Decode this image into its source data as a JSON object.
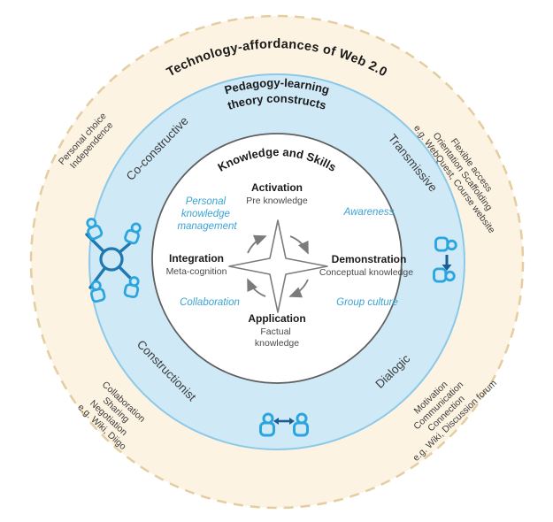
{
  "diagram": {
    "outer_ring": {
      "title": "Technology-affordances of Web 2.0",
      "affordances": {
        "top_left": [
          "Personal choice",
          "Independence"
        ],
        "top_right": [
          "Flexible access",
          "Orientation Scaffolding",
          "e.g. WebQuest, Course website"
        ],
        "bottom_left": [
          "Collaboration",
          "Sharing",
          "Negotiation",
          "e.g. Wiki, Diigo"
        ],
        "bottom_right": [
          "Motivation",
          "Communication",
          "Connection",
          "e.g. Wiki, Discussion forum"
        ]
      }
    },
    "middle_ring": {
      "title_line1": "Pedagogy-learning",
      "title_line2": "theory constructs",
      "constructs": {
        "top_left": "Co-constructive",
        "top_right": "Transmissive",
        "bottom_left": "Constructionist",
        "bottom_right": "Dialogic"
      },
      "icons": {
        "left": "network-collaboration-icon",
        "right": "transmission-icon",
        "bottom": "dialogue-icon"
      }
    },
    "inner_circle": {
      "title": "Knowledge and Skills",
      "phases": {
        "top": {
          "name": "Activation",
          "knowledge": "Pre knowledge"
        },
        "right": {
          "name": "Demonstration",
          "knowledge": "Conceptual knowledge"
        },
        "bottom": {
          "name": "Application",
          "knowledge_line1": "Factual",
          "knowledge_line2": "knowledge"
        },
        "left": {
          "name": "Integration",
          "knowledge": "Meta-cognition"
        }
      },
      "processes": {
        "top_left": [
          "Personal",
          "knowledge",
          "management"
        ],
        "top_right": "Awareness",
        "bottom_left": "Collaboration",
        "bottom_right": "Group culture"
      }
    },
    "colors": {
      "outer_fill": "#fdf3e2",
      "outer_border": "#e4cda0",
      "middle_fill": "#cfe9f7",
      "middle_border": "#8cc9e9",
      "inner_fill": "#ffffff",
      "inner_border": "#5f5f5f",
      "icon_bright_blue": "#2ba5de",
      "icon_dark_blue": "#1f78b0",
      "arrow_navy": "#1b5d94",
      "process_text_blue": "#39a3d7",
      "star_gray": "#7b7b7b"
    }
  }
}
